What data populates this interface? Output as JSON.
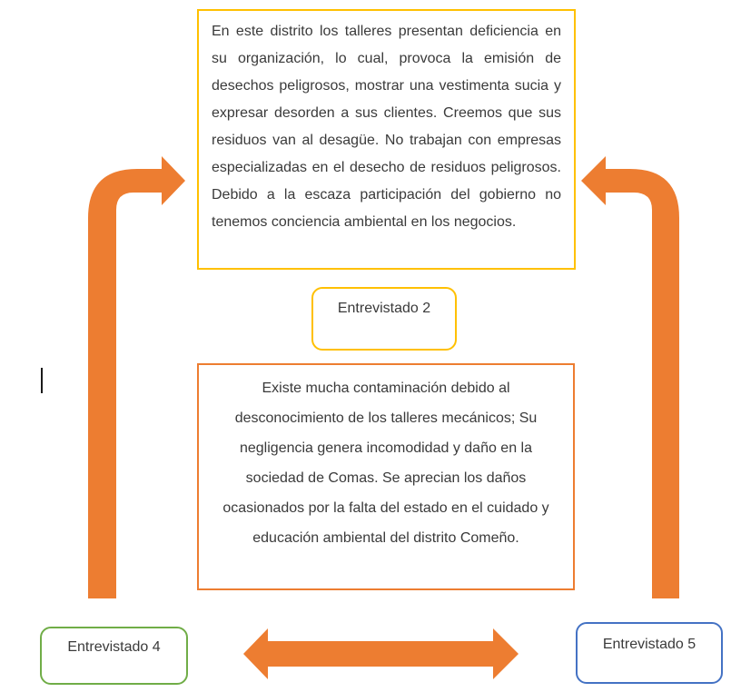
{
  "diagram": {
    "quote_top": {
      "text": "En este distrito los talleres presentan deficiencia en su organización, lo cual, provoca la emisión de desechos peligrosos, mostrar una vestimenta sucia y expresar desorden a sus clientes. Creemos que sus residuos van al desagüe. No trabajan con empresas especializadas en el desecho de residuos peligrosos. Debido a la escaza participación del gobierno no tenemos conciencia ambiental en los negocios."
    },
    "quote_middle": {
      "text": "Existe mucha contaminación debido al desconocimiento de los talleres mecánicos; Su negligencia genera incomodidad y daño en la sociedad de Comas. Se aprecian los daños ocasionados por la falta del estado en el cuidado y educación ambiental del distrito Comeño."
    },
    "labels": {
      "entrevistado_2": "Entrevistado 2",
      "entrevistado_4": "Entrevistado 4",
      "entrevistado_5": "Entrevistado 5"
    },
    "icons": {
      "left_arrow": "bent-arrow-up-then-right",
      "right_arrow": "bent-arrow-up-then-left",
      "bottom_arrow": "horizontal-double-arrow"
    },
    "colors": {
      "gold": "#FFC000",
      "orange": "#ED7D31",
      "green": "#70AD47",
      "blue": "#4472C4",
      "text": "#3A3A3A"
    }
  }
}
